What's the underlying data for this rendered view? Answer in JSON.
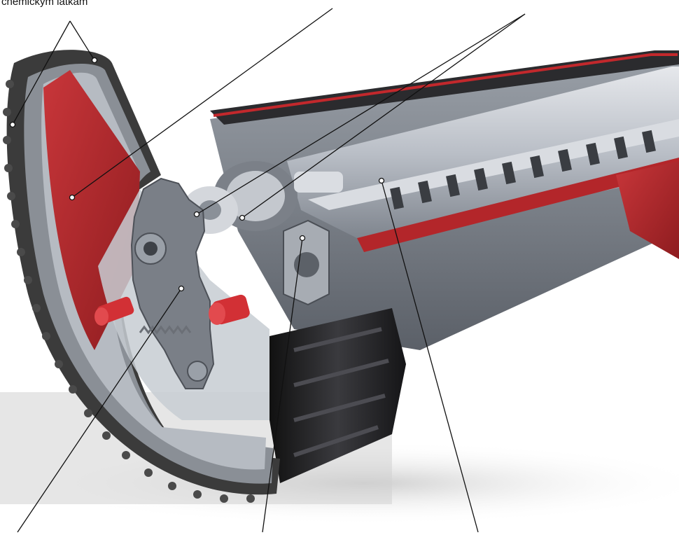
{
  "caption": {
    "text": "chemickým látkám"
  },
  "colors": {
    "background": "#ffffff",
    "tire": "#3b3b3b",
    "rim": "#8a8f96",
    "red_panel": "#b3262a",
    "roller_light": "#c9cdd3",
    "roller_dark": "#1f1f22",
    "leader_line": "#111111"
  },
  "parts": [
    "tire-tread",
    "wheel-rim",
    "red-side-panel",
    "sprocket-gear",
    "bearing-assembly",
    "clamp-bracket",
    "cutting-cylinder",
    "rear-roller",
    "red-pin"
  ]
}
